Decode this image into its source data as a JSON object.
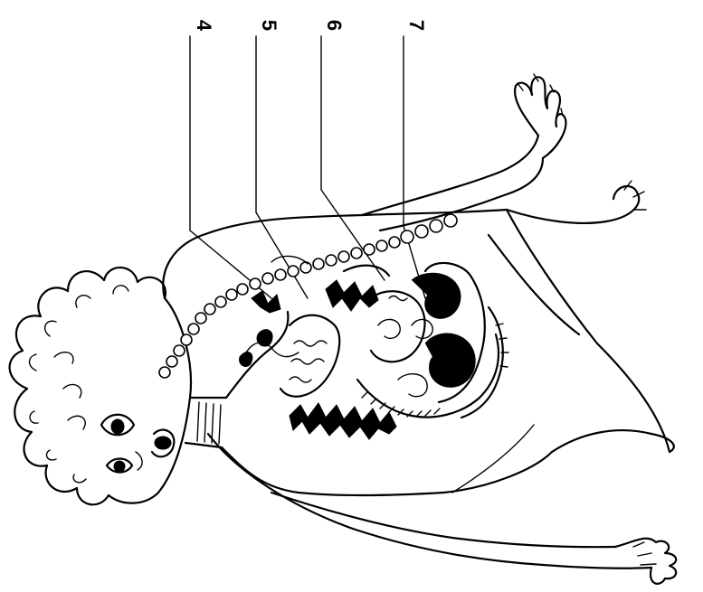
{
  "callouts": [
    {
      "id": "4",
      "label": "4"
    },
    {
      "id": "5",
      "label": "5"
    },
    {
      "id": "6",
      "label": "6"
    },
    {
      "id": "7",
      "label": "7"
    }
  ],
  "icons": {
    "figure": "anatomical-figure-rotated-icon",
    "bead_chain": "bead-necklace-icon"
  },
  "colors": {
    "ink": "#000000",
    "background": "#ffffff"
  }
}
